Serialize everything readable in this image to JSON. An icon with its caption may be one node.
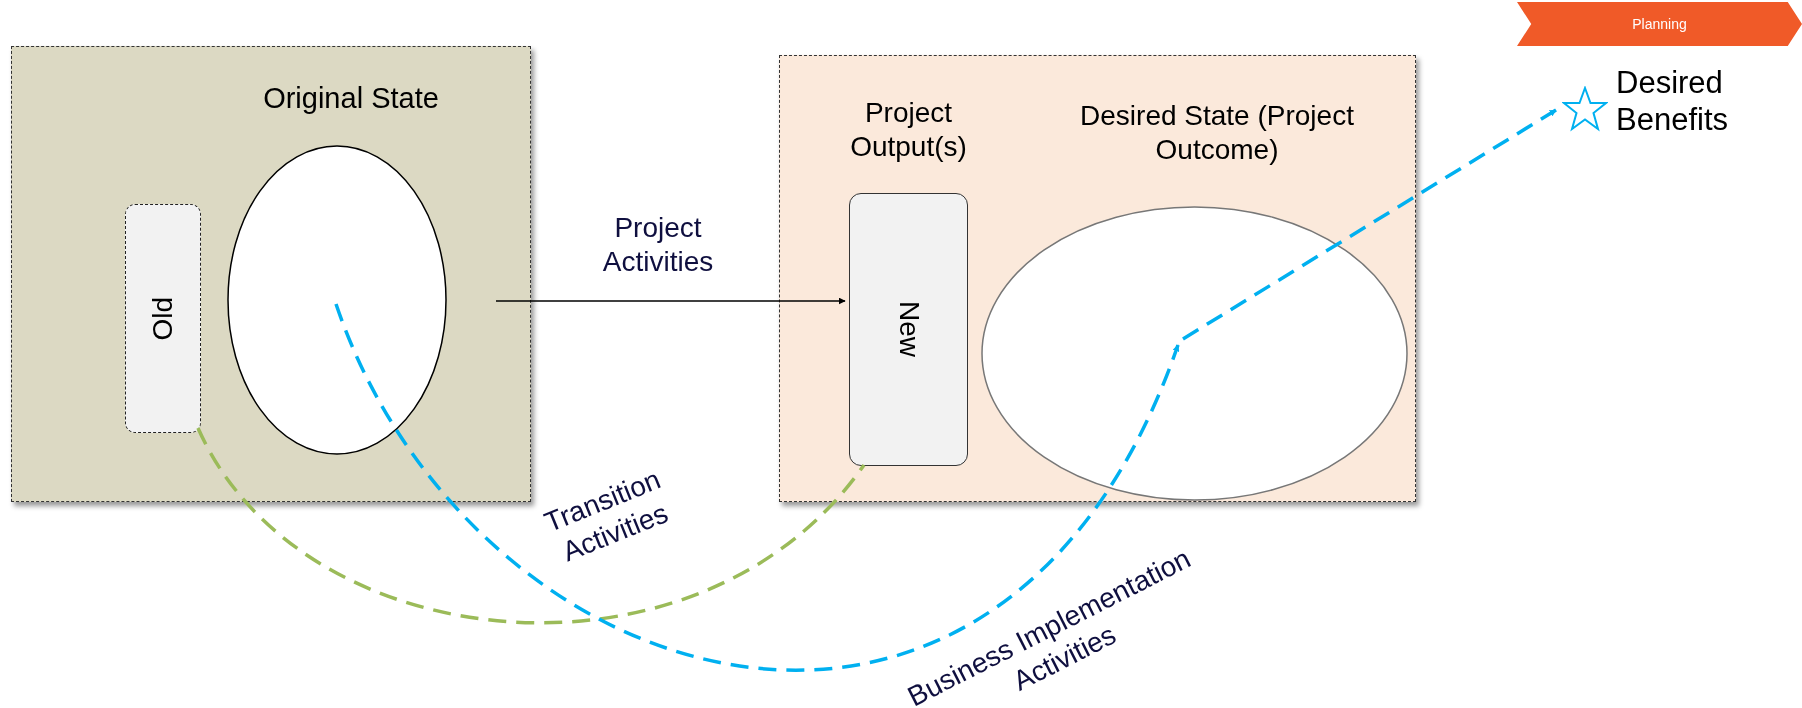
{
  "diagram": {
    "nodes": [
      {
        "text": [
          "Original State"
        ]
      },
      {
        "text": [
          "Old"
        ],
        "in": 0
      },
      {
        "text": [],
        "shape": "ellipse",
        "in": 0
      },
      {
        "text": [],
        "shape": "box"
      },
      {
        "text": [
          "Project Output(s)",
          "New"
        ],
        "in": 3
      },
      {
        "text": [
          "Desired State (Project Outcome)"
        ],
        "in": 3
      },
      {
        "text": [
          "Desired Benefits"
        ]
      },
      {
        "text": [
          "Planning"
        ]
      }
    ],
    "edges": [
      {
        "from": 0,
        "to": 4,
        "arrow": "to",
        "label": "Project Activities",
        "color": "#000000"
      },
      {
        "from": 1,
        "to": 4,
        "arrow": "none",
        "label": "Transition Activities",
        "style": "dashed",
        "color": "#9bbb59"
      },
      {
        "from": 2,
        "to": 5,
        "arrow": "to",
        "label": "Business Implementation Activities",
        "style": "dashed",
        "color": "#00b0f0"
      },
      {
        "from": 5,
        "to": 6,
        "arrow": "to",
        "style": "dashed",
        "color": "#00b0f0"
      }
    ]
  }
}
